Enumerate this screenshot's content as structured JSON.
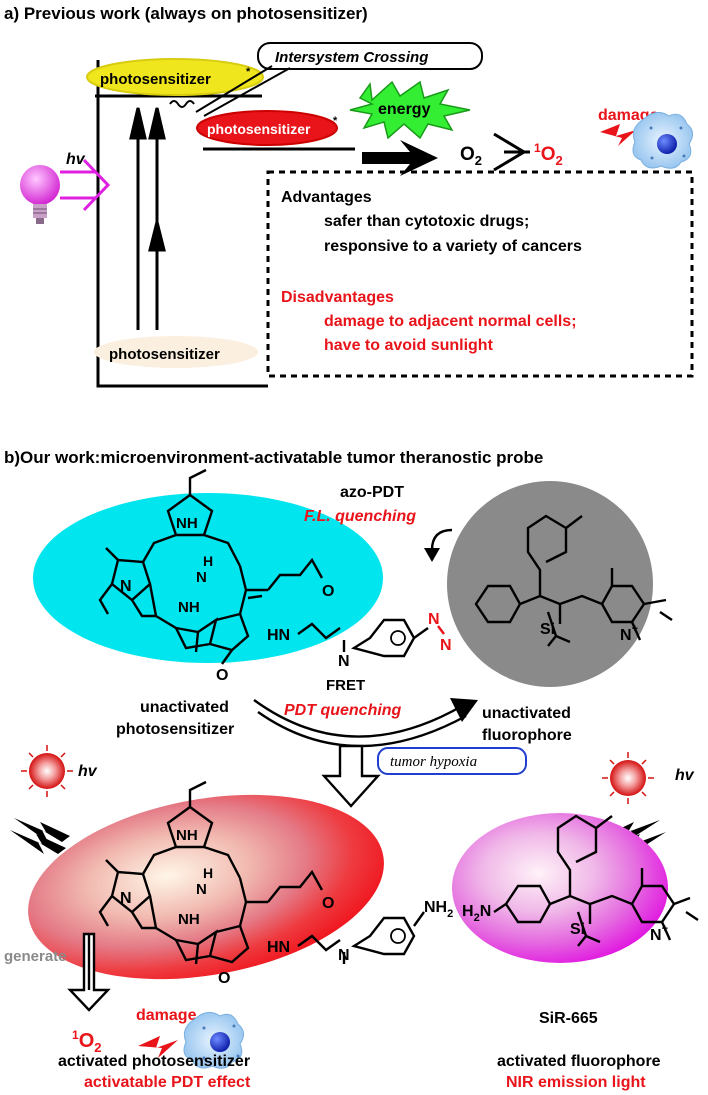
{
  "panel_a": {
    "heading": "a) Previous work (always on photosensitizer)",
    "ps_excited_singlet": "photosensitizer",
    "ps_excited_triplet": "photosensitizer",
    "star": "*",
    "isc_label": "Intersystem Crossing",
    "energy_label": "energy",
    "hv": "hv",
    "o2": "O",
    "o2_sub": "2",
    "singlet_o2_sup": "1",
    "singlet_o2": "O",
    "singlet_o2_sub": "2",
    "damage": "damage",
    "ps_ground": "photosensitizer",
    "advantages_title": "Advantages",
    "advantages": [
      "safer than cytotoxic drugs;",
      "responsive to a variety of cancers"
    ],
    "disadvantages_title": "Disadvantages",
    "disadvantages": [
      "damage to adjacent normal cells;",
      "have to avoid sunlight"
    ]
  },
  "panel_b": {
    "heading": "b)Our work:microenvironment-activatable tumor theranostic probe",
    "probe_name": "azo-PDT",
    "fl_quenching": "F.L. quenching",
    "fret": "FRET",
    "pdt_quenching": "PDT quenching",
    "unactivated_ps": [
      "unactivated",
      "photosensitizer"
    ],
    "unactivated_fl": [
      "unactivated",
      "fluorophore"
    ],
    "tumor_hypoxia": "tumor hypoxia",
    "hv_left": "hv",
    "hv_right": "hv",
    "generate": "generate",
    "singlet_o2_sup": "1",
    "singlet_o2": "O",
    "singlet_o2_sub": "2",
    "damage": "damage",
    "sir_name": "SiR-665",
    "activated_ps": "activated photosensitizer",
    "activatable_pdt": "activatable PDT effect",
    "activated_fl": "activated fluorophore",
    "nir_emission": "NIR emission light",
    "atoms": {
      "N": "N",
      "NH": "NH",
      "H": "H",
      "HN": "HN",
      "O": "O",
      "Si": "Si",
      "N_plus": "N",
      "plus": "+",
      "NH2": "NH",
      "two": "2",
      "H2N": "H",
      "H2N_2": "2",
      "H2N_N": "N"
    }
  },
  "colors": {
    "red": "#e8141a",
    "magenta": "#e020e0",
    "cyan": "#00e5ee",
    "gray": "#8a8a8a",
    "yellow": "#f0e61e",
    "green": "#33ee33",
    "blue_box": "#1f3fd0"
  }
}
